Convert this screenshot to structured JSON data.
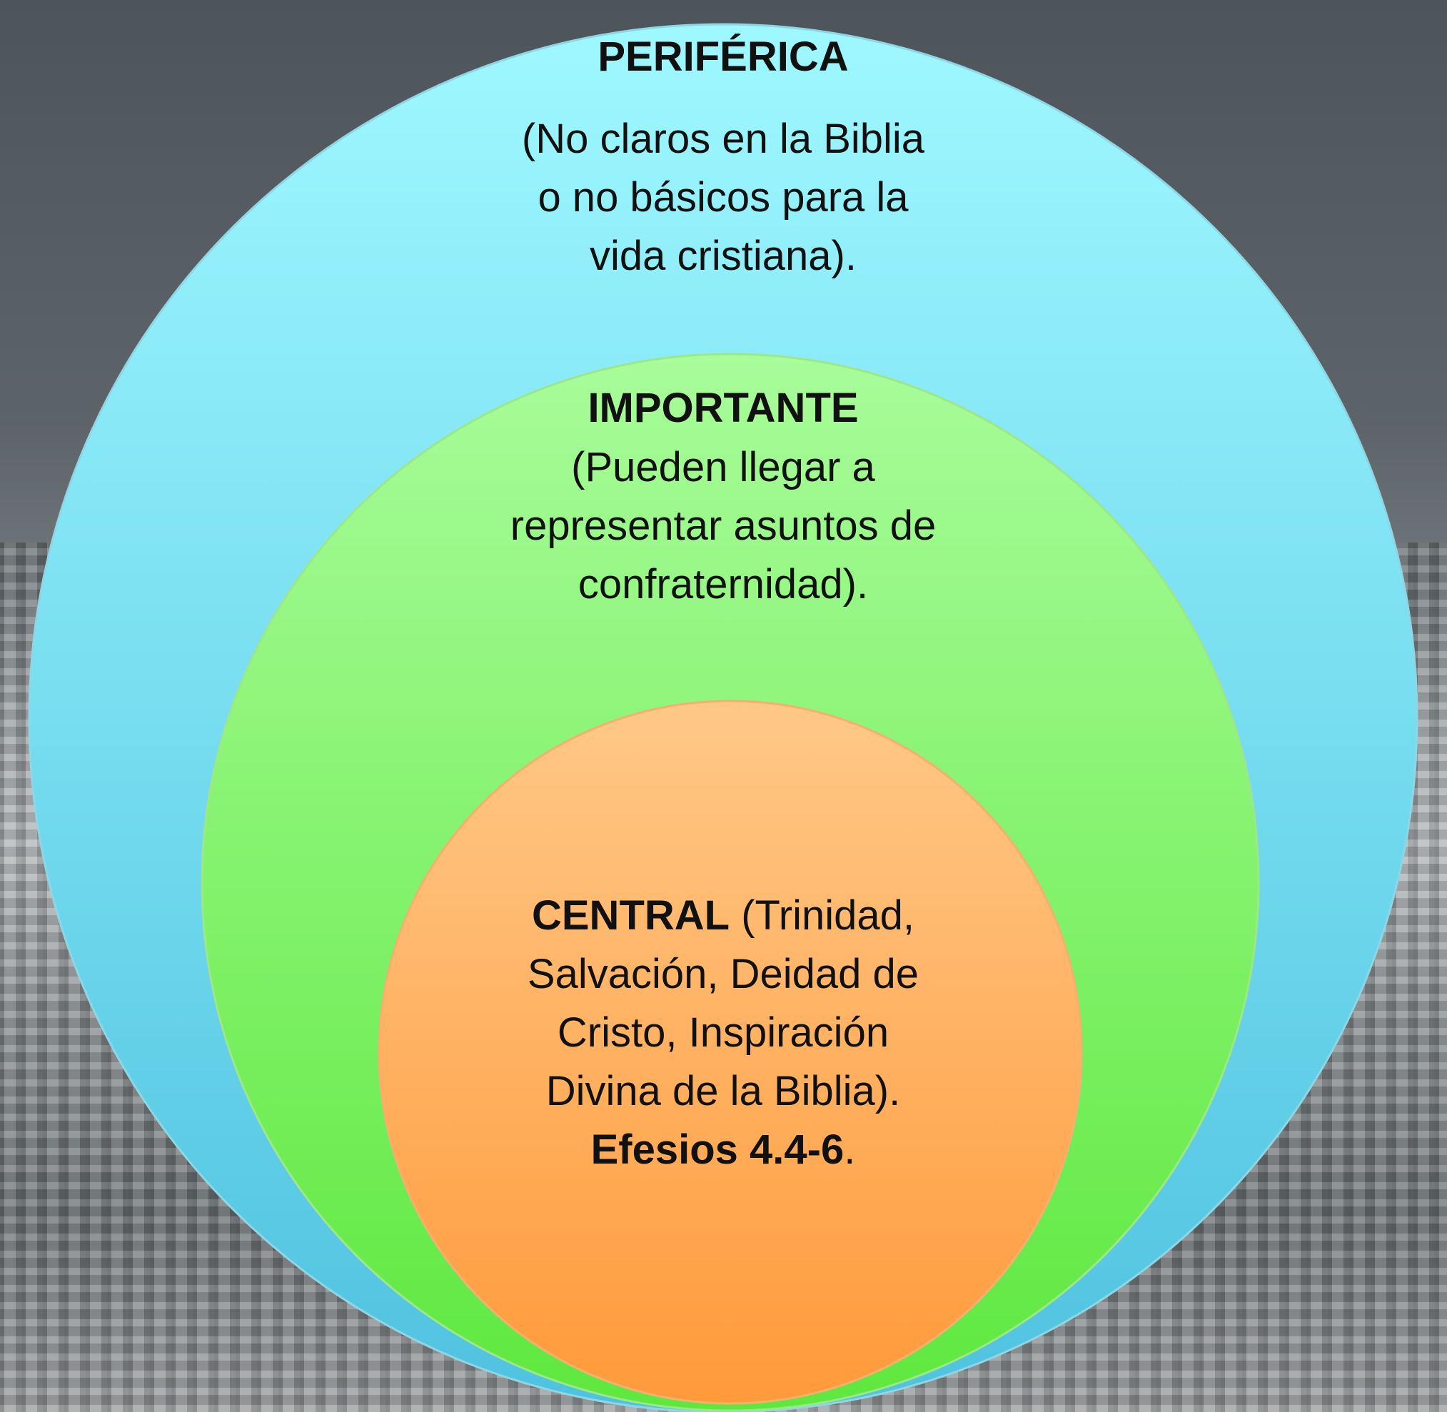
{
  "colors": {
    "outer_circle_top": "#9ff8ff",
    "outer_circle_bottom": "#4fc2e0",
    "middle_circle_top": "#a8fc9a",
    "middle_circle_bottom": "#5ee83e",
    "inner_circle_top": "#ffc888",
    "inner_circle_bottom": "#ff9a3a",
    "text": "#111111"
  },
  "outer": {
    "title": "PERIFÉRICA",
    "description": "(No claros en la Biblia o no básicos para la vida cristiana)."
  },
  "middle": {
    "title": "IMPORTANTE",
    "description": "(Pueden llegar a representar asuntos de confraternidad)."
  },
  "inner": {
    "title": "CENTRAL",
    "description": " (Trinidad, Salvación, Deidad de Cristo, Inspiración Divina de la Biblia). ",
    "reference": "Efesios 4.4-6",
    "end": "."
  }
}
